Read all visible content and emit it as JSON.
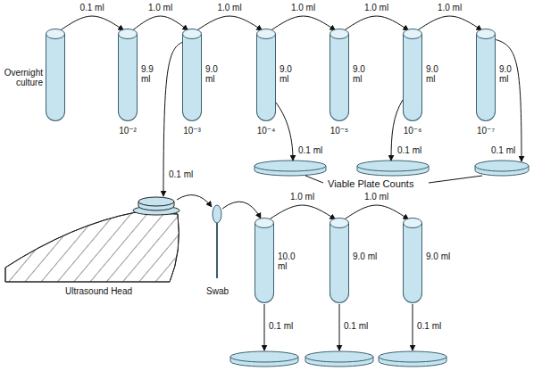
{
  "diagram": {
    "nodes": [
      {
        "text": [
          "Overnight culture"
        ]
      },
      {
        "text": [
          "9.9 ml",
          "10⁻²"
        ]
      },
      {
        "text": [
          "9.0 ml",
          "10⁻³"
        ]
      },
      {
        "text": [
          "9.0 ml",
          "10⁻⁴"
        ]
      },
      {
        "text": [
          "9.0 ml",
          "10⁻⁵"
        ]
      },
      {
        "text": [
          "9.0 ml",
          "10⁻⁶"
        ]
      },
      {
        "text": [
          "9.0 ml",
          "10⁻⁷"
        ]
      },
      {
        "text": [
          "10.0 ml"
        ]
      },
      {
        "text": [
          "9.0 ml"
        ]
      },
      {
        "text": [
          "9.0 ml"
        ]
      }
    ],
    "edges": [
      {
        "from": 0,
        "to": 1,
        "label": "0.1 ml",
        "arrow": "to"
      },
      {
        "from": 1,
        "to": 2,
        "label": "1.0 ml",
        "arrow": "to"
      },
      {
        "from": 2,
        "to": 3,
        "label": "1.0 ml",
        "arrow": "to"
      },
      {
        "from": 3,
        "to": 4,
        "label": "1.0 ml",
        "arrow": "to"
      },
      {
        "from": 4,
        "to": 5,
        "label": "1.0 ml",
        "arrow": "to"
      },
      {
        "from": 5,
        "to": 6,
        "label": "1.0 ml",
        "arrow": "to"
      },
      {
        "from": 7,
        "to": 8,
        "label": "1.0 ml",
        "arrow": "to"
      },
      {
        "from": 8,
        "to": 9,
        "label": "1.0 ml",
        "arrow": "to"
      }
    ],
    "labels": [
      "0.1 ml",
      "0.1 ml",
      "0.1 ml",
      "Viable Plate Counts",
      "0.1 ml",
      "Ultrasound Head",
      "Swab",
      "0.1 ml",
      "0.1 ml",
      "0.1 ml"
    ]
  }
}
